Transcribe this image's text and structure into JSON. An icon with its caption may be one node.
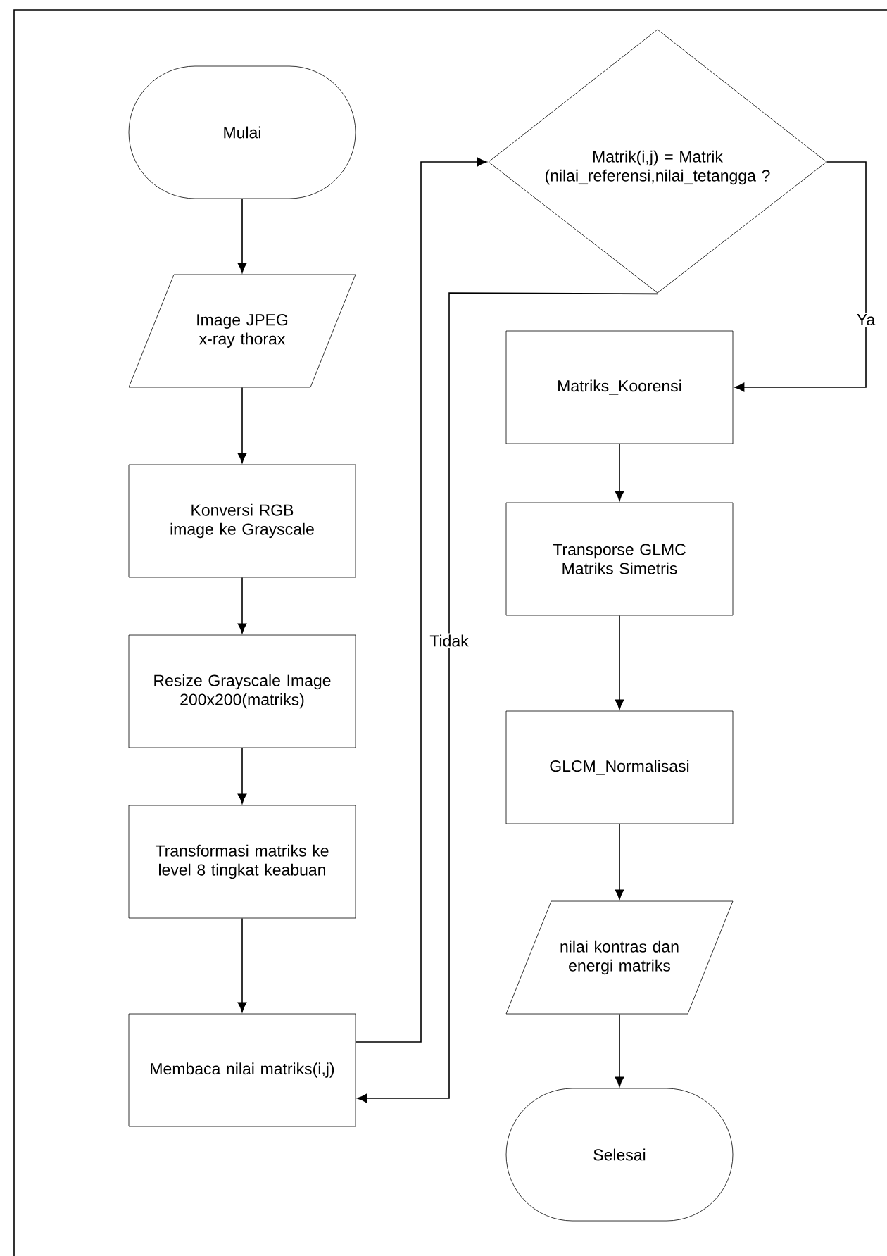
{
  "diagram": {
    "nodes": [
      {
        "text": [
          "Mulai"
        ]
      },
      {
        "text": [
          "Image JPEG x-ray thorax"
        ]
      },
      {
        "text": [
          "Konversi RGB image ke Grayscale"
        ]
      },
      {
        "text": [
          "Resize Grayscale Image 200x200(matriks)"
        ]
      },
      {
        "text": [
          "Transformasi matriks ke level 8 tingkat keabuan"
        ]
      },
      {
        "text": [
          "Membaca nilai matriks(i,j)"
        ]
      },
      {
        "text": [
          "Matrik(i,j) = Matrik (nilai_referensi,nilai_tetangga ?"
        ]
      },
      {
        "text": [
          "Matriks_Koorensi"
        ]
      },
      {
        "text": [
          "Transporse GLMC Matriks Simetris"
        ]
      },
      {
        "text": [
          "GLCM_Normalisasi"
        ]
      },
      {
        "text": [
          "nilai kontras dan energi matriks"
        ]
      },
      {
        "text": [
          "Selesai"
        ]
      }
    ],
    "edges": [
      {
        "from": 0,
        "to": 1,
        "arrow": "to"
      },
      {
        "from": 1,
        "to": 2,
        "arrow": "to"
      },
      {
        "from": 2,
        "to": 3,
        "arrow": "to"
      },
      {
        "from": 3,
        "to": 4,
        "arrow": "to"
      },
      {
        "from": 4,
        "to": 5,
        "arrow": "to"
      },
      {
        "from": 5,
        "to": 6,
        "arrow": "to"
      },
      {
        "from": 6,
        "to": 7,
        "arrow": "to",
        "label": "Ya"
      },
      {
        "from": 6,
        "to": 5,
        "arrow": "to",
        "label": "Tidak"
      },
      {
        "from": 7,
        "to": 8,
        "arrow": "to"
      },
      {
        "from": 8,
        "to": 9,
        "arrow": "to"
      },
      {
        "from": 9,
        "to": 10,
        "arrow": "to"
      },
      {
        "from": 10,
        "to": 11,
        "arrow": "to"
      }
    ]
  }
}
